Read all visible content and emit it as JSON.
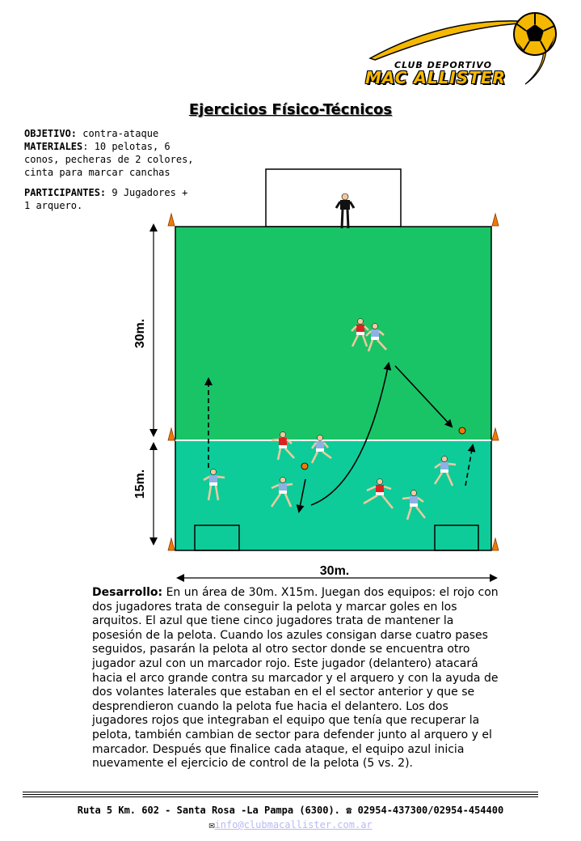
{
  "logo": {
    "club": "CLUB DEPORTIVO",
    "name": "MAC ALLISTER"
  },
  "title": "Ejercicios Físico-Técnicos",
  "info": {
    "objetivo_label": "OBJETIVO:",
    "objetivo_value": " contra-ataque",
    "materiales_label": "MATERIALES",
    "materiales_value_1": ": 10 pelotas, 6",
    "materiales_value_2": "conos, pecheras de 2 colores,",
    "materiales_value_3": "cinta para marcar canchas",
    "participantes_label": "PARTICIPANTES:",
    "participantes_value_1": " 9 Jugadores +",
    "participantes_value_2": "1 arquero."
  },
  "field": {
    "dim_30_vertical": "30m.",
    "dim_15_vertical": "15m.",
    "dim_30_horizontal": "30m.",
    "colors": {
      "upper": "#19c467",
      "lower": "#0ecc99",
      "cone": "#f07a00",
      "red_team": "#e02020",
      "blue_team": "#8fb0e6"
    }
  },
  "description": {
    "label": "Desarrollo:",
    "text": " En un área de 30m. X15m. Juegan dos equipos: el rojo con dos jugadores trata de conseguir la pelota y marcar goles en los arquitos. El azul que tiene cinco jugadores trata de mantener la posesión de la pelota. Cuando los azules consigan darse cuatro pases seguidos, pasarán la pelota al otro sector donde se encuentra otro jugador azul con un marcador rojo. Este jugador (delantero) atacará hacia el arco grande contra su marcador y el arquero y con la ayuda de dos volantes laterales que estaban en el el sector anterior y que se desprendieron cuando la pelota fue hacia el delantero. Los dos jugadores rojos que integraban el equipo que tenía que recuperar la pelota,  también cambian de sector para defender junto al arquero y el marcador. Después que finalice cada ataque, el equipo azul inicia nuevamente el ejercicio de control de la pelota (5 vs. 2)."
  },
  "footer": {
    "address": "Ruta 5 Km. 602 - Santa Rosa -La Pampa (6300).",
    "phones": " 02954-437300/02954-454400",
    "email": "info@clubmacallister.com.ar",
    "phone_icon": "phone-icon",
    "mail_icon": "envelope-icon"
  }
}
